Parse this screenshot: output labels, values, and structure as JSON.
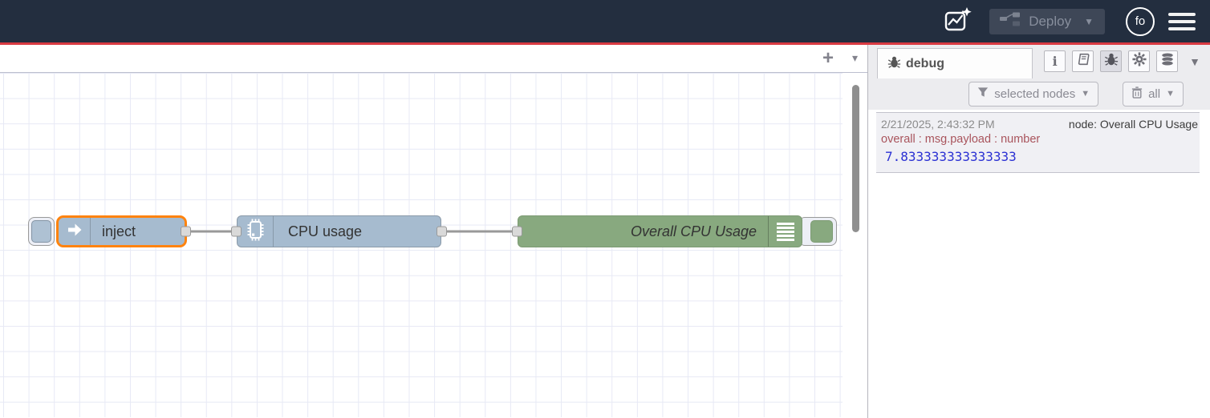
{
  "header": {
    "deploy": {
      "label": "Deploy"
    },
    "avatar": {
      "label": "fo"
    },
    "colors": {
      "bg": "#232e3f",
      "accent_line": "#d93a42"
    }
  },
  "workspace": {
    "add_tab_label": "+",
    "tab_menu_icon": "chevron-down"
  },
  "flow": {
    "nodes": [
      {
        "type": "inject",
        "label": "inject",
        "color": "#a6bbcf",
        "selected": true
      },
      {
        "type": "cpu",
        "label": "CPU usage",
        "color": "#a6bbcf",
        "selected": false
      },
      {
        "type": "debug",
        "label": "Overall CPU Usage",
        "color": "#88a97f",
        "selected": false
      }
    ],
    "selection_color": "#ff830e"
  },
  "sidebar": {
    "active_tab": "debug",
    "toolbar_icons": [
      "info-icon",
      "book-icon",
      "bug-icon",
      "gear-icon",
      "database-icon"
    ],
    "filter_label": "selected nodes",
    "clear_label": "all",
    "messages": [
      {
        "timestamp": "2/21/2025, 2:43:32 PM",
        "source": "node: Overall CPU Usage",
        "property": "overall : msg.payload : number",
        "value": "7.833333333333333"
      }
    ]
  }
}
